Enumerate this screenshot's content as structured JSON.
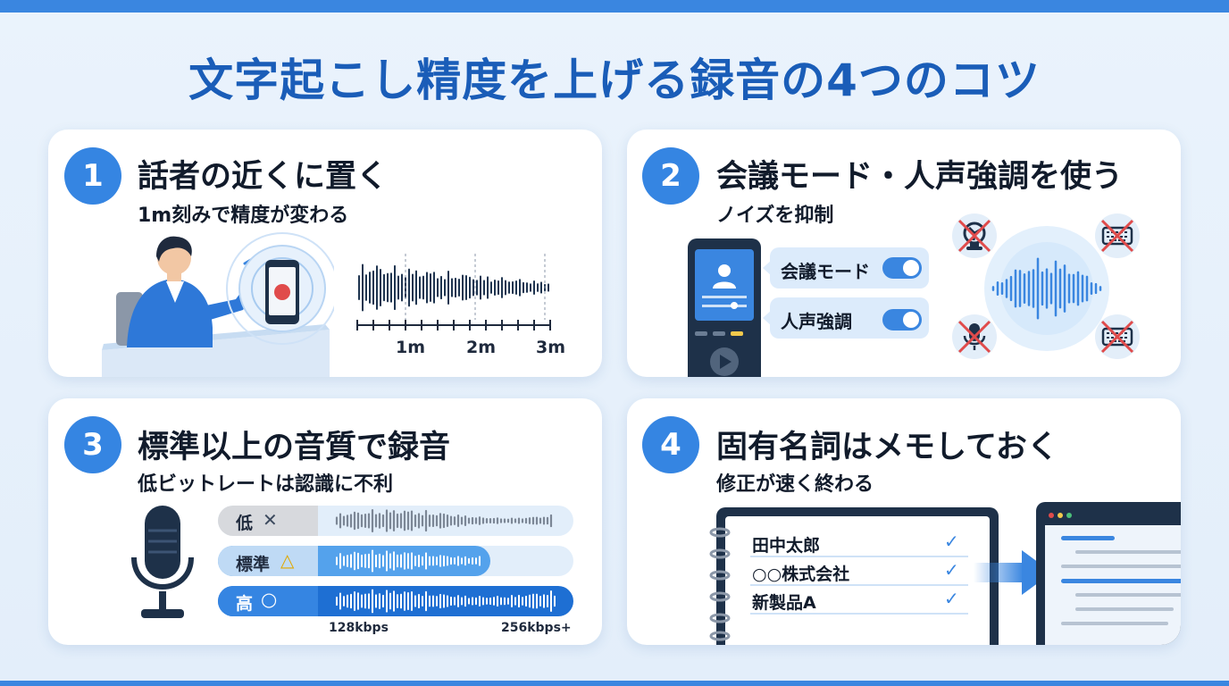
{
  "title": "文字起こし精度を上げる録音の4つのコツ",
  "colors": {
    "accent": "#3585e2",
    "dark": "#1f3550",
    "red": "#e04b4b"
  },
  "tips": [
    {
      "number": "1",
      "heading": "話者の近くに置く",
      "subheading": "1m刻みで精度が変わる",
      "distance_labels": [
        "1m",
        "2m",
        "3m"
      ]
    },
    {
      "number": "2",
      "heading": "会議モード・人声強調を使う",
      "subheading": "ノイズを抑制",
      "toggles": [
        {
          "label": "会議モード",
          "on": true
        },
        {
          "label": "人声強調",
          "on": true
        }
      ],
      "blocked_noises": [
        "fan-icon",
        "keyboard-icon",
        "mic-icon",
        "keyboard-icon"
      ]
    },
    {
      "number": "3",
      "heading": "標準以上の音質で録音",
      "subheading": "低ビットレートは認識に不利",
      "quality_levels": [
        {
          "label": "低",
          "mark": "✕"
        },
        {
          "label": "標準",
          "mark": "△"
        },
        {
          "label": "高",
          "mark": "○"
        }
      ],
      "bitrate_labels": [
        "128kbps",
        "256kbps+"
      ]
    },
    {
      "number": "4",
      "heading": "固有名詞はメモしておく",
      "subheading": "修正が速く終わる",
      "memo_items": [
        "田中太郎",
        "○○株式会社",
        "新製品A"
      ]
    }
  ]
}
